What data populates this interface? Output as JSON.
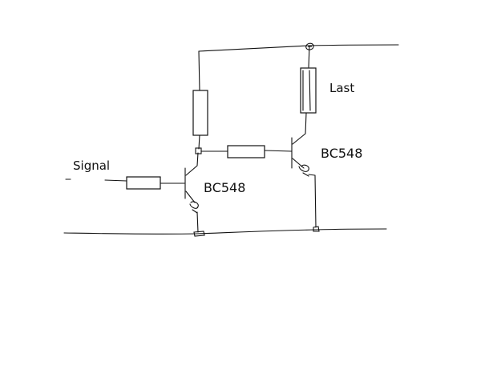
{
  "labels": {
    "signal": "Signal",
    "load": "Last",
    "transistor_1": "BC548",
    "transistor_2": "BC548"
  },
  "colors": {
    "ink": "#111111",
    "background": "#ffffff"
  }
}
